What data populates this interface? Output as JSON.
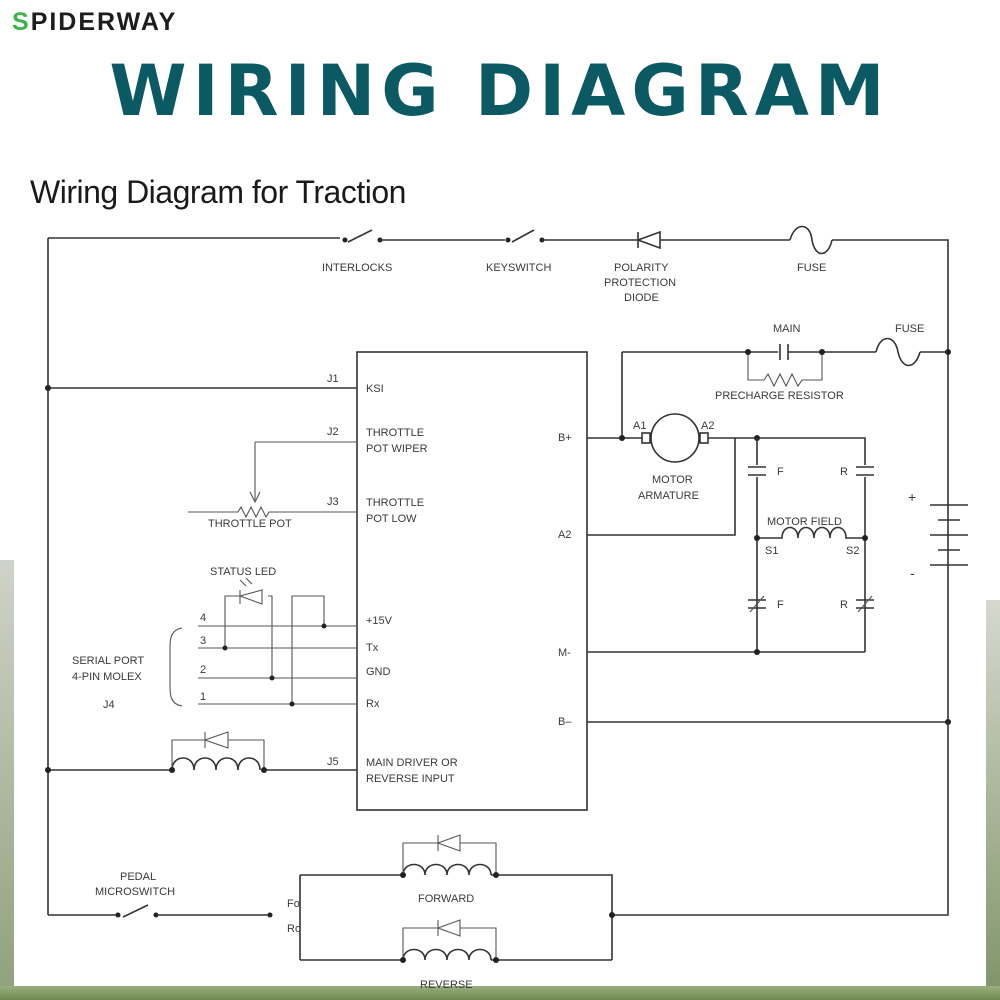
{
  "brand": {
    "prefix": "S",
    "rest": "PIDERWAY"
  },
  "title": "WIRING DIAGRAM",
  "subtitle": "Wiring Diagram for Traction",
  "labels": {
    "interlocks": "INTERLOCKS",
    "keyswitch": "KEYSWITCH",
    "polarity": "POLARITY",
    "protection": "PROTECTION",
    "diode": "DIODE",
    "fuse_top": "FUSE",
    "main": "MAIN",
    "fuse_main": "FUSE",
    "precharge": "PRECHARGE RESISTOR",
    "j1": "J1",
    "ksi": "KSI",
    "j2": "J2",
    "throttle_pot_wiper_1": "THROTTLE",
    "throttle_pot_wiper_2": "POT WIPER",
    "j3": "J3",
    "throttle_pot_low_1": "THROTTLE",
    "throttle_pot_low_2": "POT LOW",
    "throttle_pot": "THROTTLE POT",
    "status_led": "STATUS LED",
    "pin4": "4",
    "pin3": "3",
    "pin2": "2",
    "pin1": "1",
    "p15v": "+15V",
    "tx": "Tx",
    "gnd": "GND",
    "rx": "Rx",
    "serial_port": "SERIAL PORT",
    "molex": "4-PIN MOLEX",
    "j4": "J4",
    "j5": "J5",
    "main_driver_1": "MAIN DRIVER OR",
    "main_driver_2": "REVERSE INPUT",
    "bplus": "B+",
    "a2": "A2",
    "mminus": "M-",
    "bminus": "B–",
    "a1_term": "A1",
    "a2_term": "A2",
    "motor": "MOTOR",
    "armature": "ARMATURE",
    "f_top": "F",
    "r_top": "R",
    "motor_field": "MOTOR FIELD",
    "s1": "S1",
    "s2": "S2",
    "f_bot": "F",
    "r_bot": "R",
    "plus": "+",
    "minus": "-",
    "pedal": "PEDAL",
    "microswitch": "MICROSWITCH",
    "fo": "Fo",
    "ro": "Ro",
    "forward": "FORWARD",
    "reverse": "REVERSE"
  }
}
